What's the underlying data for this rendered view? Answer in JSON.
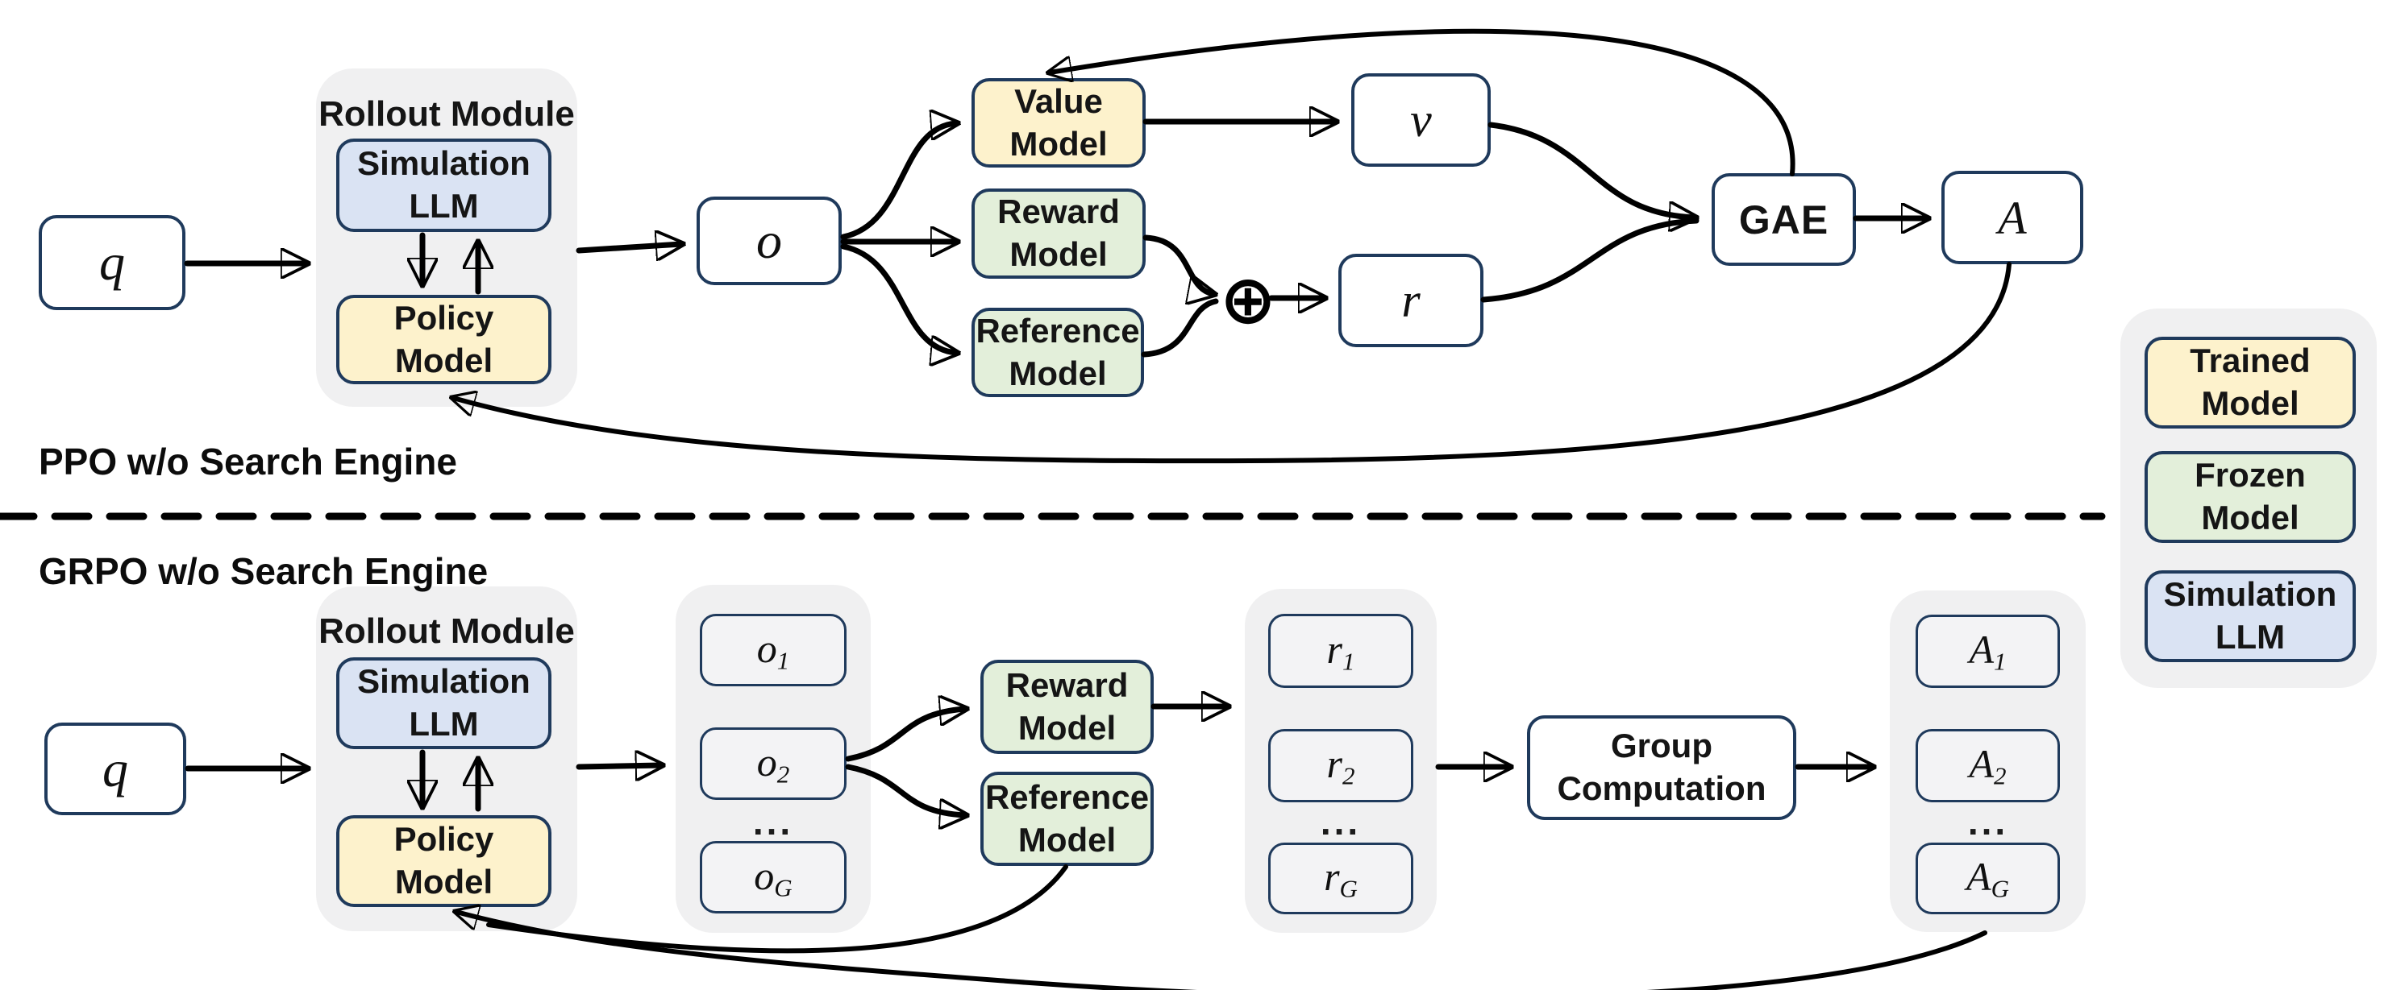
{
  "ppo": {
    "title": "PPO w/o Search Engine",
    "query_label": "q",
    "rollout": {
      "title": "Rollout Module",
      "simulation_label": "Simulation LLM",
      "policy_label": "Policy Model"
    },
    "output_label": "o",
    "value_model_label": "Value Model",
    "reward_model_label": "Reward Model",
    "reference_model_label": "Reference Model",
    "combine_symbol": "⊕",
    "value_label": "v",
    "reward_label": "r",
    "gae_label": "GAE",
    "advantage_label": "A"
  },
  "grpo": {
    "title": "GRPO w/o Search Engine",
    "query_label": "q",
    "rollout": {
      "title": "Rollout Module",
      "simulation_label": "Simulation LLM",
      "policy_label": "Policy Model"
    },
    "outputs": [
      {
        "base": "o",
        "sub": "1"
      },
      {
        "base": "o",
        "sub": "2"
      },
      {
        "base": "o",
        "sub": "G"
      }
    ],
    "outputs_ellipsis": "...",
    "reward_model_label": "Reward Model",
    "reference_model_label": "Reference Model",
    "rewards": [
      {
        "base": "r",
        "sub": "1"
      },
      {
        "base": "r",
        "sub": "2"
      },
      {
        "base": "r",
        "sub": "G"
      }
    ],
    "rewards_ellipsis": "...",
    "group_computation_label": "Group Computation",
    "advantages": [
      {
        "base": "A",
        "sub": "1"
      },
      {
        "base": "A",
        "sub": "2"
      },
      {
        "base": "A",
        "sub": "G"
      }
    ],
    "advantages_ellipsis": "..."
  },
  "legend": {
    "items": [
      {
        "label": "Trained Model",
        "color": "#fdf2cc"
      },
      {
        "label": "Frozen Model",
        "color": "#e3efda"
      },
      {
        "label": "Simulation LLM",
        "color": "#dae3f3"
      }
    ]
  },
  "colors": {
    "trained_model_fill": "#fdf2cc",
    "frozen_model_fill": "#e3efda",
    "simulation_llm_fill": "#dae3f3",
    "box_border": "#1f3a5c",
    "container_gray": "#f0f0f1",
    "small_box_gray": "#f3f3f5",
    "arrow": "#000000"
  }
}
